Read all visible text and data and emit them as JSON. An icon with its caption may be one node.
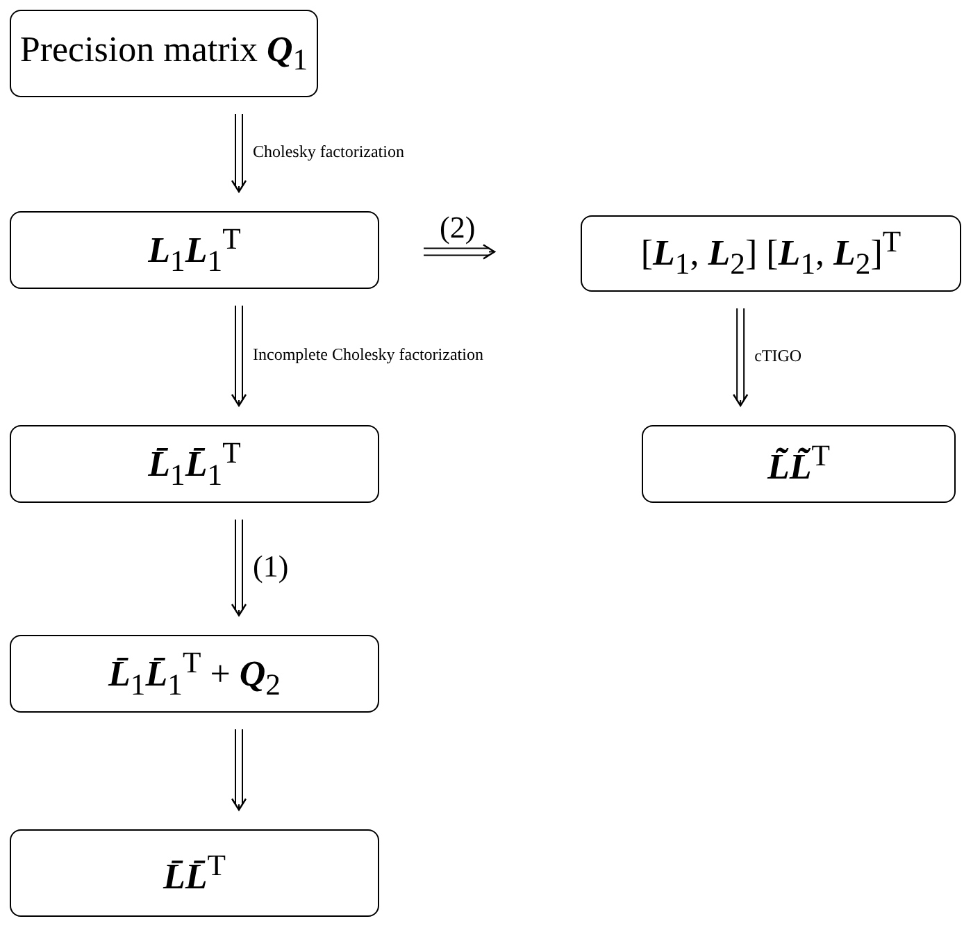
{
  "diagram": {
    "nodes": [
      {
        "text": [
          "Precision matrix **Q**$_{1}$"
        ]
      },
      {
        "text": [
          "**L**$_{1}$**L**$_{1}$$^{T}$"
        ]
      },
      {
        "text": [
          "[**L**$_{1}$,  **L**$_{2}$] [**L**$_{1}$,  **L**$_{2}$]$^{T}$"
        ]
      },
      {
        "text": [
          "**L̄**$_{1}$**L̄**$_{1}$$^{T}$"
        ]
      },
      {
        "text": [
          "**L̃L̃**$^{T}$"
        ]
      },
      {
        "text": [
          "**L̄**$_{1}$**L̄**$_{1}$$^{T}$ + **Q**$_{2}$"
        ]
      },
      {
        "text": [
          "**L̄L̄**$^{T}$"
        ]
      }
    ],
    "edges": [
      {
        "from": 0,
        "to": 1,
        "arrow": "to",
        "label": "Cholesky factorization"
      },
      {
        "from": 1,
        "to": 2,
        "arrow": "to",
        "label": "(2)"
      },
      {
        "from": 1,
        "to": 3,
        "arrow": "to",
        "label": "Incomplete Cholesky factorization"
      },
      {
        "from": 2,
        "to": 4,
        "arrow": "to",
        "label": "cTIGO"
      },
      {
        "from": 3,
        "to": 5,
        "arrow": "to",
        "label": "(1)"
      },
      {
        "from": 5,
        "to": 6,
        "arrow": "to"
      }
    ]
  }
}
